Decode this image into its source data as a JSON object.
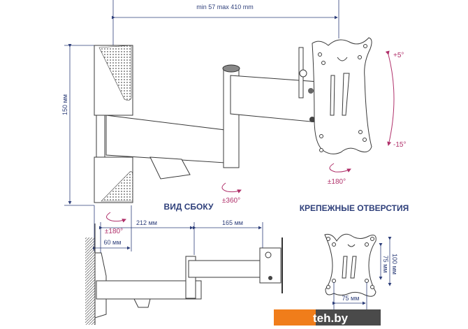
{
  "front_view": {
    "reach_label": "min 57 max 410 mm",
    "height_label": "150 мм",
    "width_label": "60 мм",
    "wall_swivel_label": "±180°",
    "arm_swivel_label": "±360°",
    "plate_rotation_label": "±180°",
    "tilt_up_label": "+5°",
    "tilt_down_label": "-15°"
  },
  "side_view": {
    "title": "ВИД СБОКУ",
    "arm1_label": "212 мм",
    "arm2_label": "165 мм"
  },
  "mounting_holes": {
    "title": "КРЕПЕЖНЫЕ ОТВЕРСТИЯ",
    "vertical_small_label": "75 мм",
    "vertical_large_label": "100 мм",
    "horizontal_small_label": "75 мм"
  },
  "watermark": {
    "text": "teh.by",
    "orange": "#f07d1a",
    "dark": "#4a4a4a"
  }
}
